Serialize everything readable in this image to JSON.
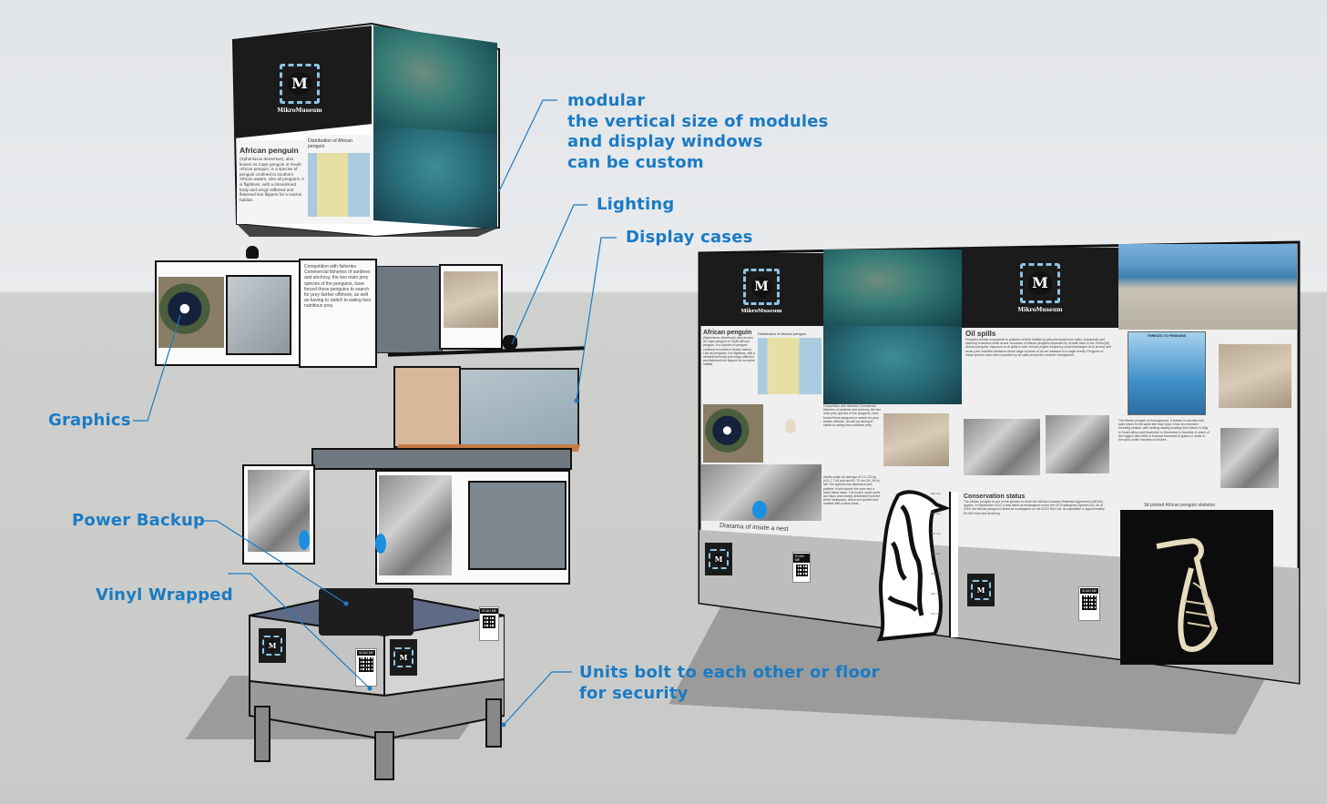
{
  "callouts": {
    "modular": [
      "modular",
      "the vertical size of modules",
      "and display windows",
      "can be custom"
    ],
    "lighting": "Lighting",
    "display_cases": "Display cases",
    "graphics": "Graphics",
    "power_backup": "Power Backup",
    "vinyl_wrapped": "Vinyl Wrapped",
    "units_bolt": [
      "Units bolt to each other or floor",
      "for security"
    ]
  },
  "colors": {
    "callout": "#1a7bc4",
    "panel_black": "#1b1b1b",
    "logo_accent": "#8fc4e6",
    "display_case_wood": "#d8b79a",
    "glass": "#9fb3c0"
  },
  "brand": {
    "logo_letter": "M",
    "name": "MikroMuseum"
  },
  "kiosk": {
    "top_module": {
      "title": "African penguin",
      "body": "(Spheniscus demersus), also known as Cape penguin or South African penguin, is a species of penguin confined to southern African waters. Like all penguins, it is flightless, with a streamlined body and wings stiffened and flattened into flippers for a marine habitat.",
      "map_title": "Distribution of African penguin"
    },
    "middle_module": {
      "text": "Competition with fisheries Commercial fisheries of sardines and anchovy, the two main prey species of the penguins, have forced these penguins to search for prey farther offshore, as well as having to switch to eating less nutritious prey."
    },
    "base": {
      "scan_label": "SCAN ME"
    }
  },
  "wall_panel": {
    "left_section": {
      "title": "African penguin",
      "body": "(Spheniscus demersus), also known as Cape penguin or South African penguin, is a species of penguin confined to southern African waters. Like all penguins, it is flightless, with a streamlined body and wings stiffened and flattened into flippers for a marine habitat.",
      "map_title": "Distribution of African penguin",
      "competition": "Competition with fisheries Commercial fisheries of sardines and anchovy, the two main prey species of the penguins, have forced these penguins to search for prey farther offshore, as well as having to switch to eating less nutritious prey.",
      "adults": "Adults weigh an average of 2.2–3.5 kg (4.9–7.7 lb) and are 60–70 cm (24–28 in) tall. The species has distinctive pink patches of skin above the eyes and a black facial mask. The body's upper parts are black and sharply delineated from the white underparts, which are spotted and marked with a black band.",
      "diorama_caption": "Diarama of inside a nest",
      "scale_ticks": [
        "650 mm",
        "600 mm",
        "500 mm",
        "400 mm",
        "300 mm",
        "200 mm",
        "100 mm"
      ]
    },
    "right_section": {
      "oil_title": "Oil spills",
      "oil_body": "Penguins remain susceptible to pollution of their habitat by petrochemicals from spills, shipwrecks and cleaning of tankers while at sea. Accounts of African penguins impacted by oil date back to the 1930s.[45] African penguins' exposure to oil spills is both chronic (higher frequency small discharges of oil at sea) and acute (rare maritime disasters where large volumes of oil are released in a single event). Penguins of many species have been impacted by oil spills across the southern hemisphere.",
      "threats_title": "THREATS TO PENGUINS",
      "breeding": "The African penguin is monogamous. It breeds in colonies and pairs return to the same site each year. It has an extended breeding season, with nesting usually peaking from March to May in South Africa and November to December in Namibia. A clutch of two eggs is laid either in burrows burrowed in guano or nests in the sand under boulders or bushes.",
      "conservation_title": "Conservation status",
      "conservation_body": "The African penguin is one of the species to which the African-Eurasian Waterbird Agreement (AEWA) applies. In September 2010, it was listed as endangered under the US Endangered Species Act. As of 2018, the African penguin is listed as endangered on the IUCN Red List. Its population is approximately 50,000 birds and declining.",
      "skeleton_caption": "3d printed African penguin skeleton",
      "scan_label": "SCAN ME"
    }
  }
}
